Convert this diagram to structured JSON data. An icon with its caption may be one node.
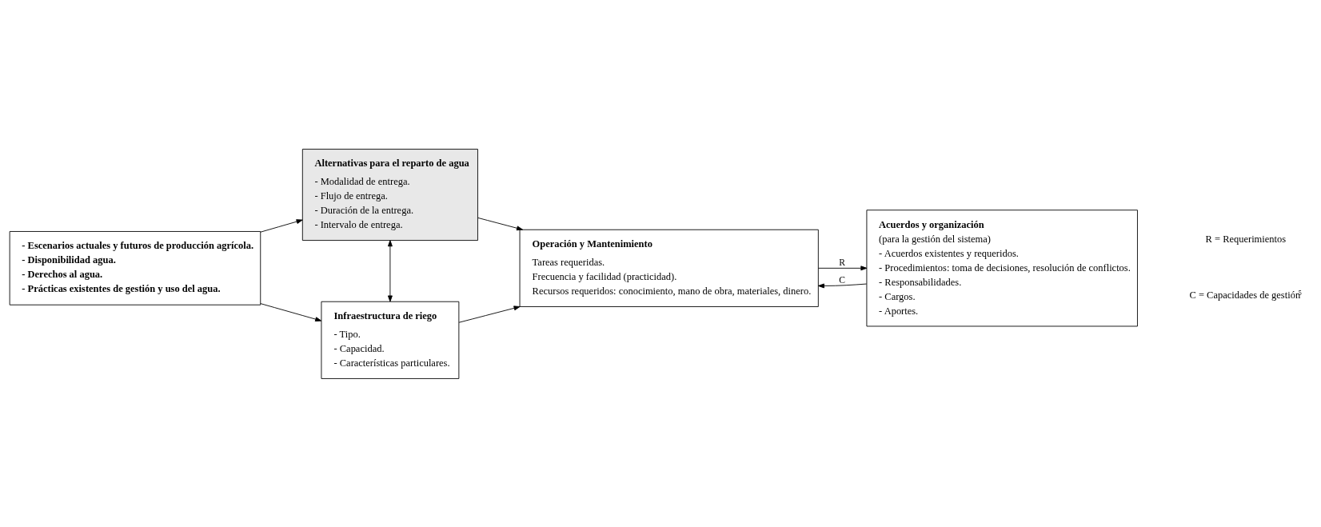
{
  "diagram": {
    "nodes": [
      {
        "text": [
          "- Escenarios actuales y futuros de producción agrícola.",
          "- Disponibilidad agua.",
          "- Derechos al agua.",
          "- Prácticas existentes de gestión y uso del agua."
        ]
      },
      {
        "text": [
          "Alternativas para el reparto de agua",
          "- Modalidad de entrega.",
          "- Flujo de entrega.",
          "- Duración de la entrega.",
          "- Intervalo de entrega."
        ]
      },
      {
        "text": [
          "Operación y Mantenimiento",
          "Tareas requeridas.",
          "Frecuencia y facilidad (practicidad).",
          "Recursos requeridos: conocimiento, mano de obra, materiales, dinero."
        ]
      },
      {
        "text": [
          "Acuerdos y organización",
          "(para la gestión del sistema)",
          "- Acuerdos existentes y requeridos.",
          "- Procedimientos: toma de decisiones, resolución de conflictos.",
          "- Responsabilidades.",
          "- Cargos.",
          "- Aportes."
        ]
      },
      {
        "text": [
          "Infraestructura de riego",
          "- Tipo.",
          "- Capacidad.",
          "- Características particulares."
        ]
      }
    ],
    "edges": [
      {
        "from": 0,
        "to": 1,
        "arrow": "to"
      },
      {
        "from": 0,
        "to": 4,
        "arrow": "to"
      },
      {
        "from": 1,
        "to": 4,
        "arrow": "both"
      },
      {
        "from": 1,
        "to": 2,
        "arrow": "to"
      },
      {
        "from": 4,
        "to": 2,
        "arrow": "to"
      },
      {
        "from": 2,
        "to": 3,
        "arrow": "to",
        "label": "R"
      },
      {
        "from": 3,
        "to": 2,
        "arrow": "to",
        "label": "C"
      }
    ],
    "labels": [
      "R = Requerimientos",
      "C = Capacidades de gestión$^{5}$"
    ]
  }
}
